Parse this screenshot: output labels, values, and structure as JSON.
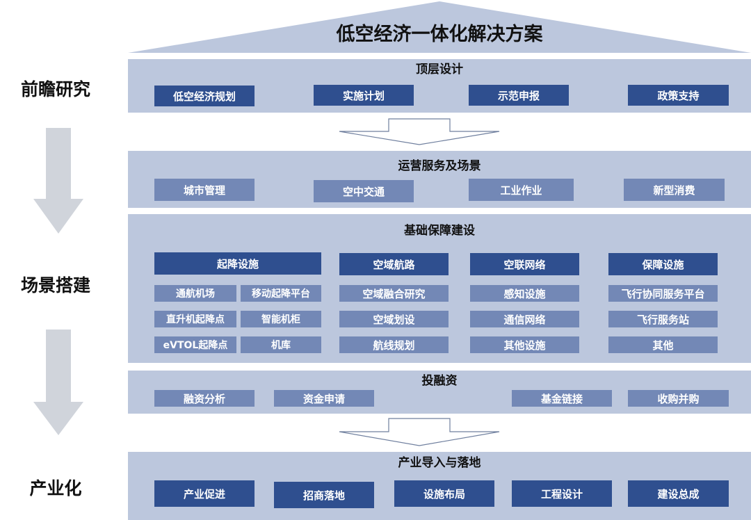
{
  "title": "低空经济一体化解决方案",
  "stages": [
    "前瞻研究",
    "场景搭建",
    "产业化"
  ],
  "colors": {
    "panel": "#bcc7dd",
    "dark_box": "#2f4f8f",
    "mid_box": "#7388b6",
    "side_arrow": "#d0d4db"
  },
  "top_design": {
    "title": "顶层设计",
    "items": [
      "低空经济规划",
      "实施计划",
      "示范申报",
      "政策支持"
    ]
  },
  "operations": {
    "title": "运营服务及场景",
    "items": [
      "城市管理",
      "空中交通",
      "工业作业",
      "新型消费"
    ]
  },
  "infrastructure": {
    "title": "基础保障建设",
    "takeoff": {
      "header": "起降设施",
      "items": [
        "通航机场",
        "移动起降平台",
        "直升机起降点",
        "智能机柜",
        "eVTOL起降点",
        "机库"
      ]
    },
    "airspace": {
      "header": "空域航路",
      "items": [
        "空域融合研究",
        "空域划设",
        "航线规划"
      ]
    },
    "network": {
      "header": "空联网络",
      "items": [
        "感知设施",
        "通信网络",
        "其他设施"
      ]
    },
    "support": {
      "header": "保障设施",
      "items": [
        "飞行协同服务平台",
        "飞行服务站",
        "其他"
      ]
    }
  },
  "investment": {
    "title": "投融资",
    "items": [
      "融资分析",
      "资金申请",
      "基金链接",
      "收购并购"
    ]
  },
  "industry": {
    "title": "产业导入与落地",
    "items": [
      "产业促进",
      "招商落地",
      "设施布局",
      "工程设计",
      "建设总成"
    ]
  }
}
